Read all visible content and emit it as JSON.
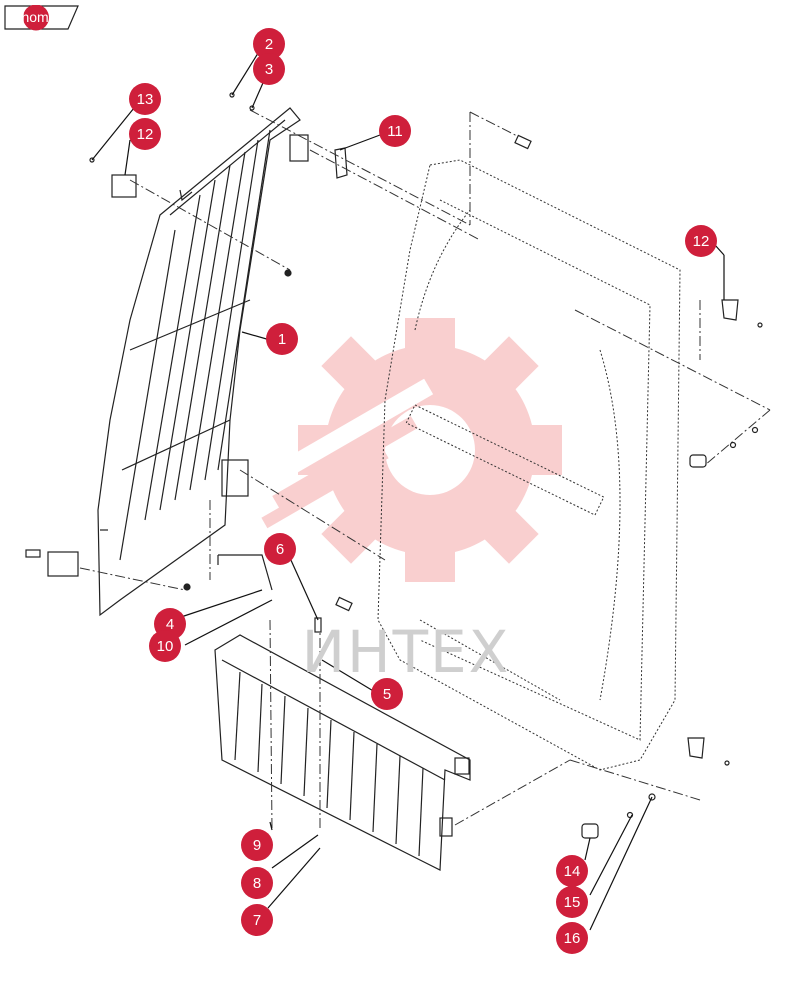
{
  "nav": {
    "home_label": "home"
  },
  "watermark": {
    "text": "ИНТЕХ",
    "color": "#f6b8b8"
  },
  "accent_color": "#cf1f3b",
  "callouts": [
    {
      "label": "2"
    },
    {
      "label": "3"
    },
    {
      "label": "13"
    },
    {
      "label": "12"
    },
    {
      "label": "11"
    },
    {
      "label": "12"
    },
    {
      "label": "1"
    },
    {
      "label": "6"
    },
    {
      "label": "4"
    },
    {
      "label": "10"
    },
    {
      "label": "5"
    },
    {
      "label": "9"
    },
    {
      "label": "8"
    },
    {
      "label": "7"
    },
    {
      "label": "14"
    },
    {
      "label": "15"
    },
    {
      "label": "16"
    }
  ]
}
